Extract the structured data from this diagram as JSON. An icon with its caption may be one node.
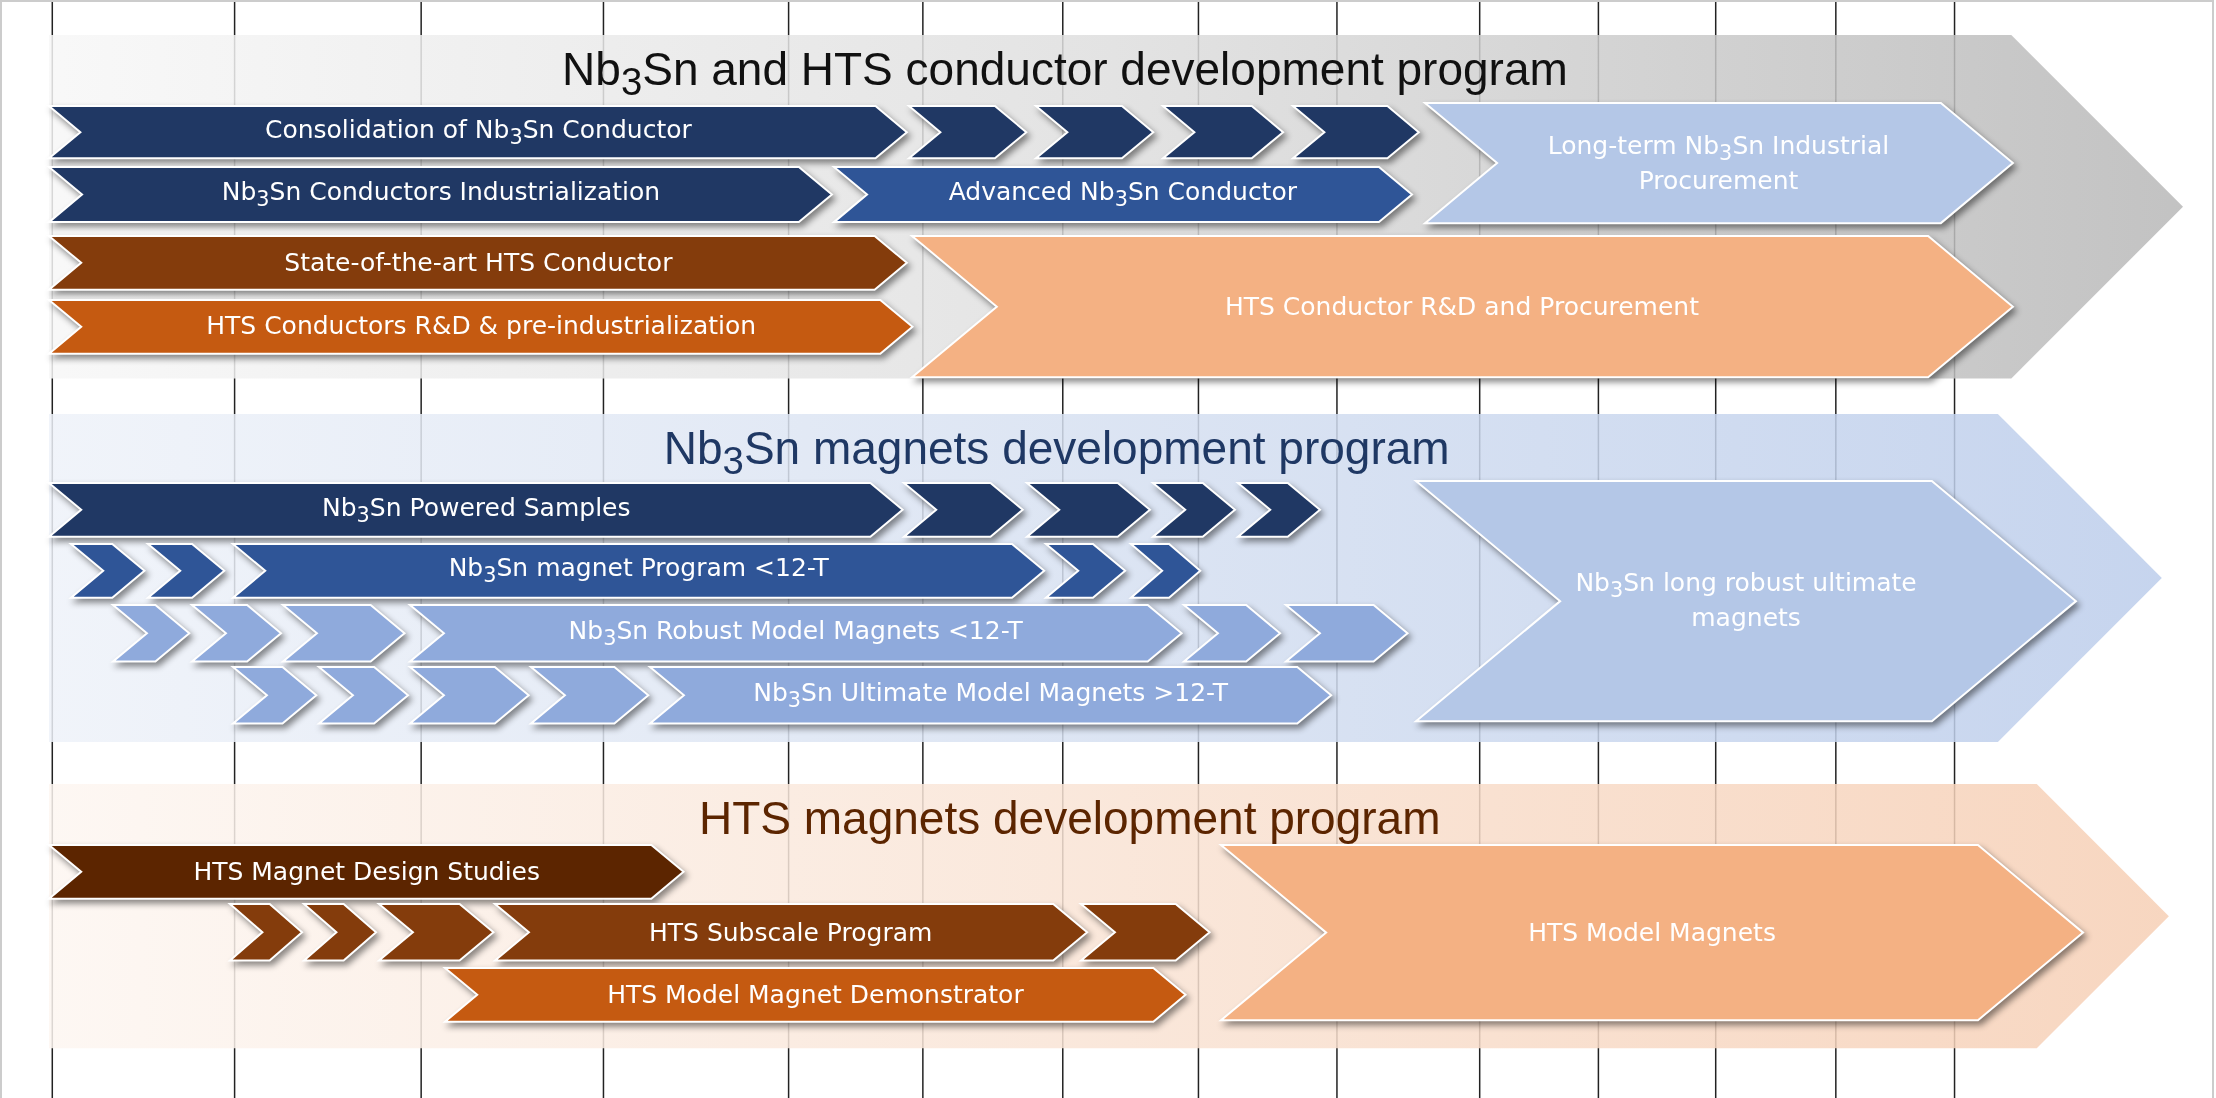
{
  "diagram": {
    "nodes": [
      {
        "text": [
          "Nb$_{3}$Sn and HTS conductor development program"
        ]
      },
      {
        "text": [
          "Consolidation of Nb$_{3}$Sn Conductor"
        ],
        "in": 0
      },
      {
        "text": [],
        "shape": "chevron",
        "in": 0
      },
      {
        "text": [],
        "shape": "chevron",
        "in": 0
      },
      {
        "text": [],
        "shape": "chevron",
        "in": 0
      },
      {
        "text": [],
        "shape": "chevron",
        "in": 0
      },
      {
        "text": [
          "Long-term Nb$_{3}$Sn Industrial Procurement"
        ],
        "in": 0
      },
      {
        "text": [
          "Nb$_{3}$Sn Conductors Industrialization"
        ],
        "in": 0
      },
      {
        "text": [
          "Advanced Nb$_{3}$Sn Conductor"
        ],
        "in": 0
      },
      {
        "text": [
          "State-of-the-art HTS Conductor"
        ],
        "in": 0
      },
      {
        "text": [
          "HTS Conductor R&D and Procurement"
        ],
        "in": 0
      },
      {
        "text": [
          "HTS Conductors R&D & pre-industrialization"
        ],
        "in": 0
      },
      {
        "text": [
          "Nb$_{3}$Sn magnets development program"
        ]
      },
      {
        "text": [
          "Nb$_{3}$Sn Powered Samples"
        ],
        "in": 12
      },
      {
        "text": [],
        "shape": "chevron",
        "in": 12
      },
      {
        "text": [],
        "shape": "chevron",
        "in": 12
      },
      {
        "text": [],
        "shape": "chevron",
        "in": 12
      },
      {
        "text": [],
        "shape": "chevron",
        "in": 12
      },
      {
        "text": [
          "Nb$_{3}$Sn long robust ultimate magnets"
        ],
        "in": 12
      },
      {
        "text": [],
        "shape": "chevron",
        "in": 12
      },
      {
        "text": [],
        "shape": "chevron",
        "in": 12
      },
      {
        "text": [
          "Nb$_{3}$Sn magnet Program <12-T"
        ],
        "in": 12
      },
      {
        "text": [],
        "shape": "chevron",
        "in": 12
      },
      {
        "text": [],
        "shape": "chevron",
        "in": 12
      },
      {
        "text": [],
        "shape": "chevron",
        "in": 12
      },
      {
        "text": [],
        "shape": "chevron",
        "in": 12
      },
      {
        "text": [],
        "shape": "chevron",
        "in": 12
      },
      {
        "text": [
          "Nb$_{3}$Sn Robust Model Magnets <12-T"
        ],
        "in": 12
      },
      {
        "text": [],
        "shape": "chevron",
        "in": 12
      },
      {
        "text": [],
        "shape": "chevron",
        "in": 12
      },
      {
        "text": [],
        "shape": "chevron",
        "in": 12
      },
      {
        "text": [],
        "shape": "chevron",
        "in": 12
      },
      {
        "text": [],
        "shape": "chevron",
        "in": 12
      },
      {
        "text": [],
        "shape": "chevron",
        "in": 12
      },
      {
        "text": [
          "Nb$_{3}$Sn Ultimate Model Magnets >12-T"
        ],
        "in": 12
      },
      {
        "text": [
          "HTS magnets development program"
        ]
      },
      {
        "text": [
          "HTS Magnet Design Studies"
        ],
        "in": 35
      },
      {
        "text": [],
        "shape": "chevron",
        "in": 35
      },
      {
        "text": [],
        "shape": "chevron",
        "in": 35
      },
      {
        "text": [],
        "shape": "chevron",
        "in": 35
      },
      {
        "text": [
          "HTS Subscale Program"
        ],
        "in": 35
      },
      {
        "text": [],
        "shape": "chevron",
        "in": 35
      },
      {
        "text": [
          "HTS Model Magnet Demonstrator"
        ],
        "in": 35
      },
      {
        "text": [
          "HTS Model Magnets"
        ],
        "in": 35
      }
    ]
  }
}
